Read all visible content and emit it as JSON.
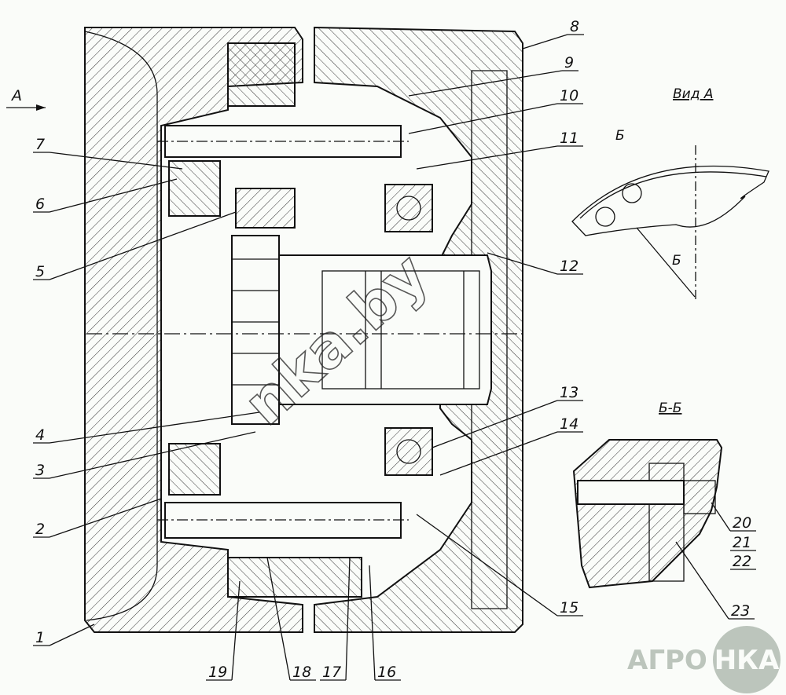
{
  "view_arrow_label": "А",
  "view_a_title": "Вид А",
  "section_title": "Б-Б",
  "section_marker": "Б",
  "callouts": [
    "1",
    "2",
    "3",
    "4",
    "5",
    "6",
    "7",
    "8",
    "9",
    "10",
    "11",
    "12",
    "13",
    "14",
    "15",
    "16",
    "17",
    "18",
    "19",
    "20",
    "21",
    "22",
    "23"
  ],
  "watermark": "nka.by",
  "logo": {
    "left": "АГРО",
    "right": "НКА"
  }
}
